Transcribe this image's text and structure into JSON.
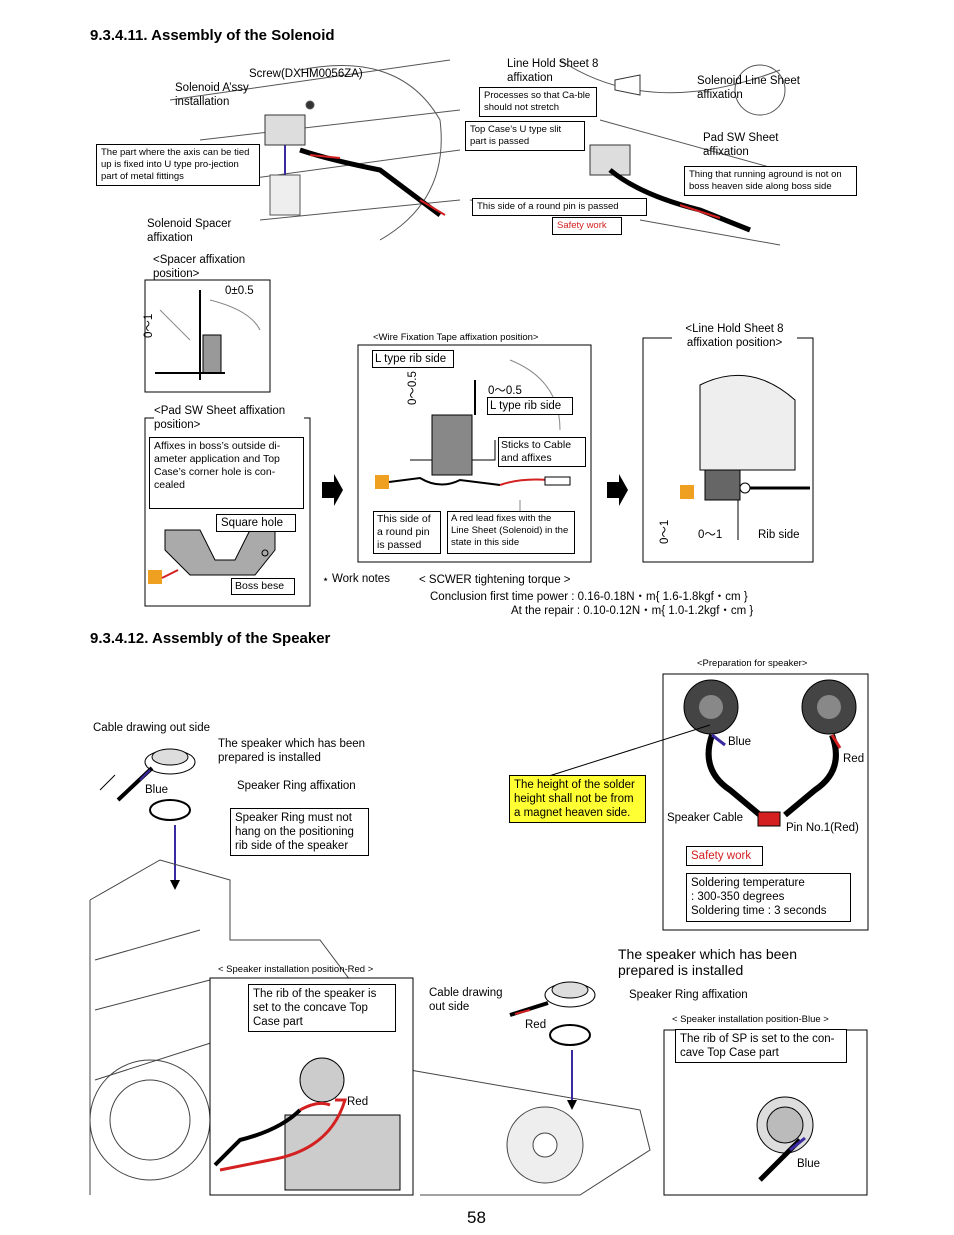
{
  "solenoid": {
    "heading": "9.3.4.11. Assembly of the Solenoid",
    "screw": "Screw(DXHM0056ZA)",
    "assy": "Solenoid A’ssy installation",
    "axis_note": "The part where the axis can be tied up is fixed into U type pro-jection part of metal fittings",
    "spacer": "Solenoid Spacer affixation",
    "line_hold": "Line Hold Sheet 8 affixation",
    "processes": "Processes so that Ca-ble should not stretch",
    "u_slit": "Top Case’s U type slit part is passed",
    "round_pin": "This side of a round pin is passed",
    "safety1": "Safety work",
    "line_sheet": "Solenoid Line Sheet affixation",
    "pad_sw": "Pad SW Sheet affixation",
    "running": "Thing that running aground is not on boss heaven side along boss side",
    "spacer_pos": "<Spacer affixation position>",
    "tol_05": "0±0.5",
    "tol_01": "0～1",
    "pad_pos": "<Pad SW Sheet affixation position>",
    "affixes": "Affixes in boss’s outside di-ameter application and Top Case’s corner hole is con-cealed",
    "square_hole": "Square hole",
    "boss": "Boss bese",
    "wire_pos": "<Wire Fixation Tape affixation position>",
    "l_rib1": "L type rib side",
    "dim_005a": "0～0.5",
    "dim_005b": "0～0.5",
    "l_rib2": "L type rib side",
    "sticks": "Sticks to Cable and affixes",
    "round_pin2": "This side of a round pin is passed",
    "red_lead": "A red lead fixes with the Line Sheet (Solenoid) in the state in this side",
    "line_hold_pos": "<Line Hold Sheet 8 affixation position>",
    "dim_01b": "0～1",
    "dim_01c": "0～1",
    "rib_side": "Rib side",
    "work_mark": "⋆",
    "work_notes": "Work notes",
    "torque_title": "< SCWER tightening torque >",
    "torque_first": "Conclusion first time power : 0.16-0.18N・m{ 1.6-1.8kgf・cm }",
    "torque_repair": "At the repair : 0.10-0.12N・m{ 1.0-1.2kgf・cm }"
  },
  "speaker": {
    "heading": "9.3.4.12. Assembly of the Speaker",
    "prep_title": "<Preparation for speaker>",
    "cable_out": "Cable drawing out side",
    "installed": "The speaker which has been prepared is installed",
    "ring": "Speaker Ring affixation",
    "blue1": "Blue",
    "ring_note": "Speaker Ring must not hang on the positioning rib side of the speaker",
    "solder_height": "The height of the solder height shall not be from a magnet heaven side.",
    "blue2": "Blue",
    "red1": "Red",
    "speaker_cable": "Speaker Cable",
    "pin1": "Pin No.1(Red)",
    "safety2": "Safety work",
    "solder_temp": "Soldering temperature",
    "solder_deg": ": 300-350 degrees",
    "solder_time": "Soldering time : 3 seconds",
    "install_red": "< Speaker installation position-Red >",
    "rib_red": "The rib of the speaker is set to the concave Top Case part",
    "red2": "Red",
    "cable_out2": "Cable drawing out side",
    "red3": "Red",
    "installed2": "The speaker which has been prepared is installed",
    "ring2": "Speaker Ring affixation",
    "install_blue": "< Speaker installation position-Blue >",
    "rib_blue": "The rib of SP is set to the con-cave Top Case part",
    "blue3": "Blue"
  },
  "page_number": "58",
  "colors": {
    "red": "#d42020",
    "blue": "#3a2aa0",
    "highlight": "#ffff33"
  }
}
